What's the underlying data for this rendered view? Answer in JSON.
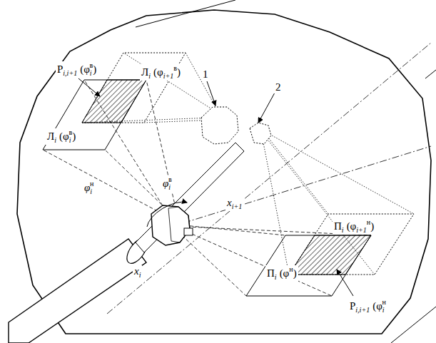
{
  "diagram": {
    "labels": [
      "Р",
      "i,i+1",
      "(φ",
      "i",
      "в",
      ")",
      "Л",
      "i",
      "(φ",
      "i+1",
      "в",
      ")",
      "Л",
      "i",
      "(φ",
      "i",
      "в",
      ")",
      "φ",
      "i",
      "н",
      "φ",
      "i",
      "в",
      "1",
      "2",
      "x",
      "i+1",
      "x",
      "i",
      "П",
      "i",
      "(φ",
      "i+1",
      "н",
      ")",
      "П",
      "i",
      "(φ",
      "н",
      ")",
      "Р",
      "i,i+1",
      "(φ",
      "i",
      "н"
    ]
  }
}
